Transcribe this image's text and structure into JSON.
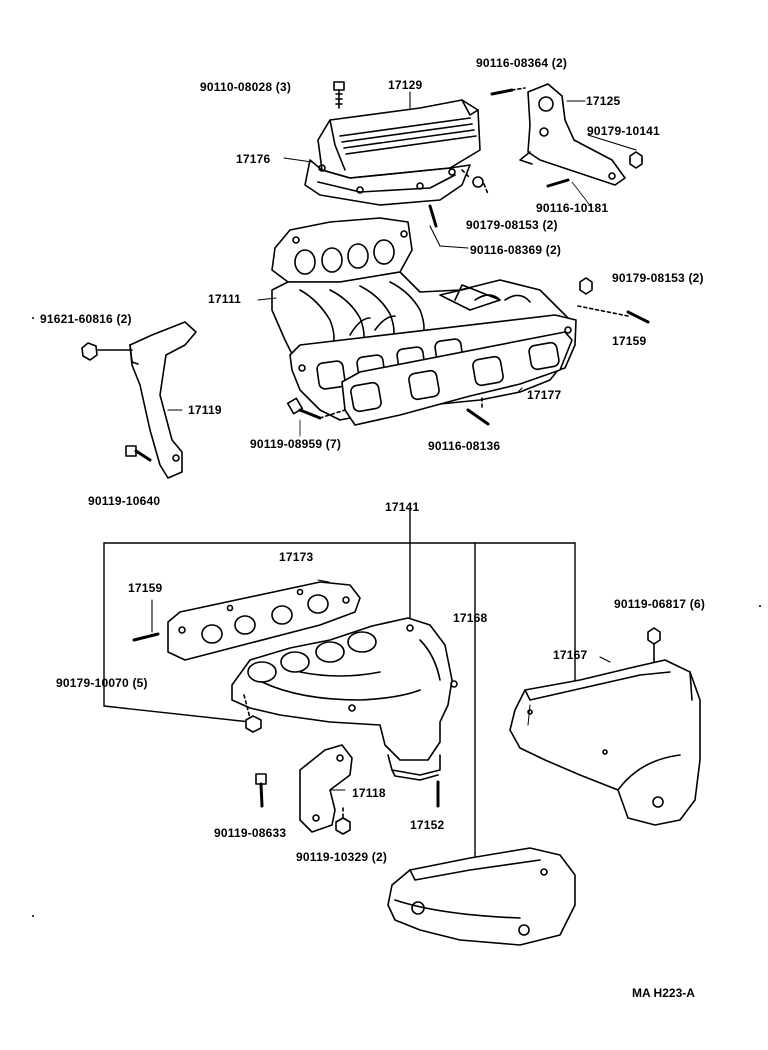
{
  "diagram": {
    "reference_code": "MA  H223-A",
    "line_color": "#000000",
    "background_color": "#ffffff",
    "labels": {
      "l_90110_08028": "90110-08028 (3)",
      "l_17129": "17129",
      "l_90116_08364": "90116-08364 (2)",
      "l_17125": "17125",
      "l_90179_10141": "90179-10141",
      "l_17176": "17176",
      "l_90116_10181": "90116-10181",
      "l_90179_08153_a": "90179-08153 (2)",
      "l_90116_08369": "90116-08369 (2)",
      "l_17111": "17111",
      "l_90179_08153_b": "90179-08153 (2)",
      "l_91621_60816": "91621-60816 (2)",
      "l_17159_a": "17159",
      "l_17119": "17119",
      "l_17177": "17177",
      "l_90119_08959": "90119-08959 (7)",
      "l_90116_08136": "90116-08136",
      "l_90119_10640": "90119-10640",
      "l_17141": "17141",
      "l_17173": "17173",
      "l_17168": "17168",
      "l_17159_b": "17159",
      "l_90119_06817": "90119-06817 (6)",
      "l_17167": "17167",
      "l_90179_10070": "90179-10070 (5)",
      "l_17118": "17118",
      "l_17152": "17152",
      "l_90119_08633": "90119-08633",
      "l_90119_10329": "90119-10329 (2)"
    }
  }
}
